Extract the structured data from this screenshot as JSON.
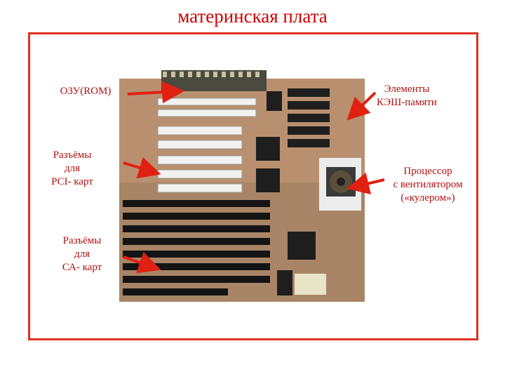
{
  "title": "материнская плата",
  "labels": {
    "ram": [
      "ОЗУ(ROM)"
    ],
    "cache": [
      "Элементы",
      "КЭШ-памяти"
    ],
    "pci": [
      "Разъёмы",
      "для",
      "PCI- карт"
    ],
    "cpu": [
      "Процессор",
      "с вентилятором",
      "(«кулером»)"
    ],
    "isa": [
      "Разъёмы",
      "для",
      "СА- карт"
    ]
  },
  "colors": {
    "title": "#cc0000",
    "frame": "#e03020",
    "label_text": "#b01010",
    "arrow": "#e02010",
    "board": "#b89070",
    "chip": "#1e1e1e",
    "slot_white": "#f2f2f0",
    "slot_black": "#141414"
  }
}
